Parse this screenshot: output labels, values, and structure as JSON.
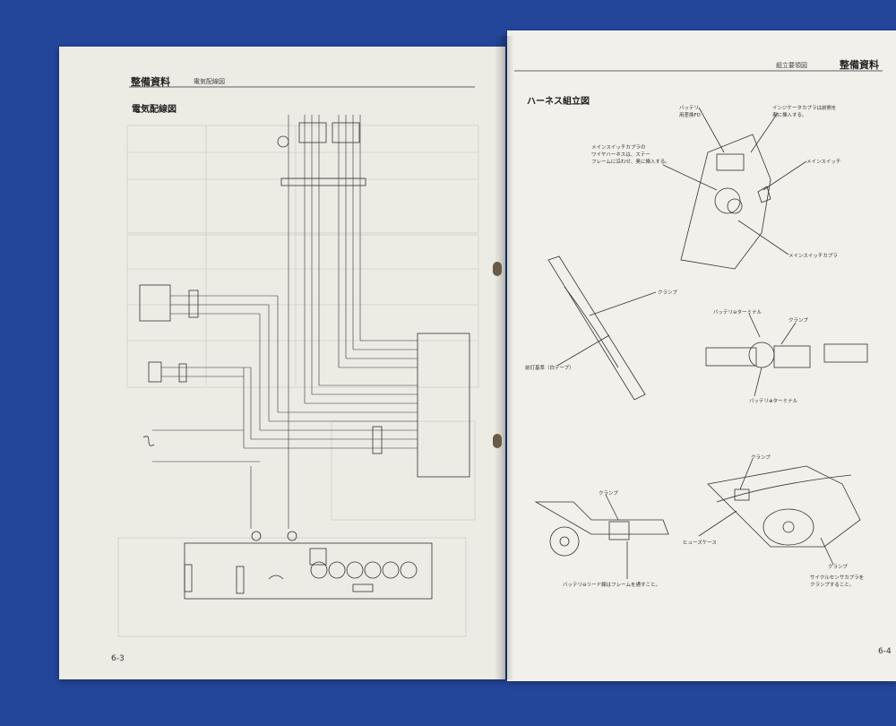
{
  "left_page": {
    "header": "整備資料",
    "header_sub": "電気配線図",
    "section_title": "電気配線図",
    "page_number": "6-3"
  },
  "right_page": {
    "header": "整備資料",
    "header_sub": "組立要領図",
    "section_title": "ハーネス組立図",
    "page_number": "6-4",
    "callouts": [
      "バッテリ\n用差換FD",
      "インジケータカプラは前側を\n奥に挿入する。",
      "メインスイッチカプラの\nワイヤハーネスは、ステー\nフレームに沿わせ、奥に挿入する。",
      "メインスイッチ",
      "メインスイッチカプラ",
      "クランプ",
      "バッテリ⊖ターミナル",
      "クランプ",
      "前灯基準（白テープ）",
      "バッテリ⊕ターミナル",
      "クランプ",
      "クランプ",
      "ヒューズケース",
      "バッテリ⊖リード線はフレームを通すこと。",
      "クランプ",
      "サイクルセンサカプラを\nクランプすること。"
    ]
  },
  "colors": {
    "background": "#23459a",
    "paper_left": "#ecebe4",
    "paper_right": "#f1f0ea",
    "ink": "#222222"
  }
}
